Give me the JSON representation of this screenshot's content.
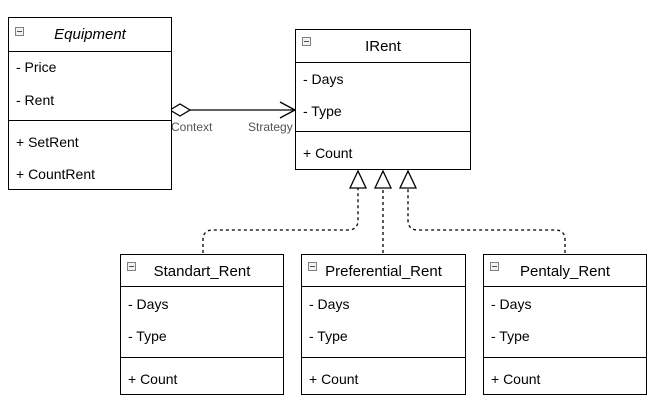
{
  "classes": {
    "equipment": {
      "name": "Equipment",
      "attributes": [
        "- Price",
        "- Rent"
      ],
      "methods": [
        "+ SetRent",
        "+ CountRent"
      ]
    },
    "irent": {
      "name": "IRent",
      "attributes": [
        "- Days",
        "- Type"
      ],
      "methods": [
        "+ Count"
      ]
    },
    "standart_rent": {
      "name": "Standart_Rent",
      "attributes": [
        "- Days",
        "- Type"
      ],
      "methods": [
        "+ Count"
      ]
    },
    "preferential_rent": {
      "name": "Preferential_Rent",
      "attributes": [
        "- Days",
        "- Type"
      ],
      "methods": [
        "+ Count"
      ]
    },
    "pentaly_rent": {
      "name": "Pentaly_Rent",
      "attributes": [
        "- Days",
        "- Type"
      ],
      "methods": [
        "+ Count"
      ]
    }
  },
  "association": {
    "source_role": "Context",
    "target_role": "Strategy"
  }
}
